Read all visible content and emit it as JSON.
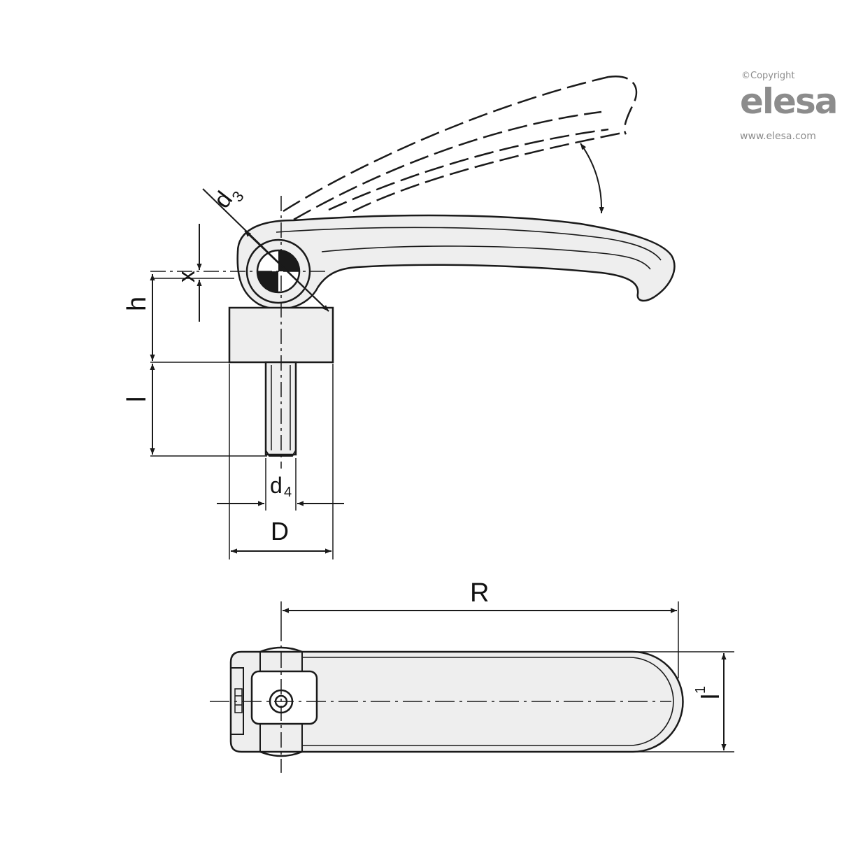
{
  "logo": {
    "copyright": "©Copyright",
    "brand": "elesa",
    "url": "www.elesa.com"
  },
  "labels": {
    "d3": "d",
    "d3_sub": "3",
    "x": "x",
    "h": "h",
    "l": "l",
    "d4": "d",
    "d4_sub": "4",
    "D": "D",
    "R": "R",
    "l1": "l",
    "l1_sub": "1"
  },
  "colors": {
    "line": "#1a1a1a",
    "fill": "#eeeeee",
    "logo": "#8c8c8c"
  }
}
